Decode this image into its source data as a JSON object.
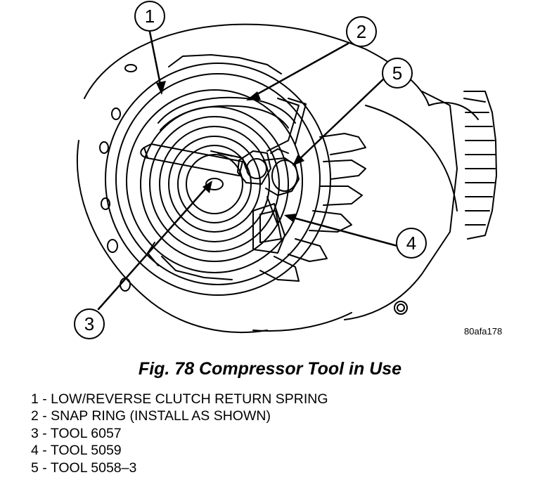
{
  "figure": {
    "code": "80afa178",
    "callouts": [
      "1",
      "2",
      "3",
      "4",
      "5"
    ]
  },
  "caption": "Fig. 78 Compressor Tool in Use",
  "legend": [
    "1 - LOW/REVERSE CLUTCH RETURN SPRING",
    "2 - SNAP RING (INSTALL AS SHOWN)",
    "3 - TOOL 6057",
    "4 - TOOL 5059",
    "5 - TOOL 5058–3"
  ]
}
